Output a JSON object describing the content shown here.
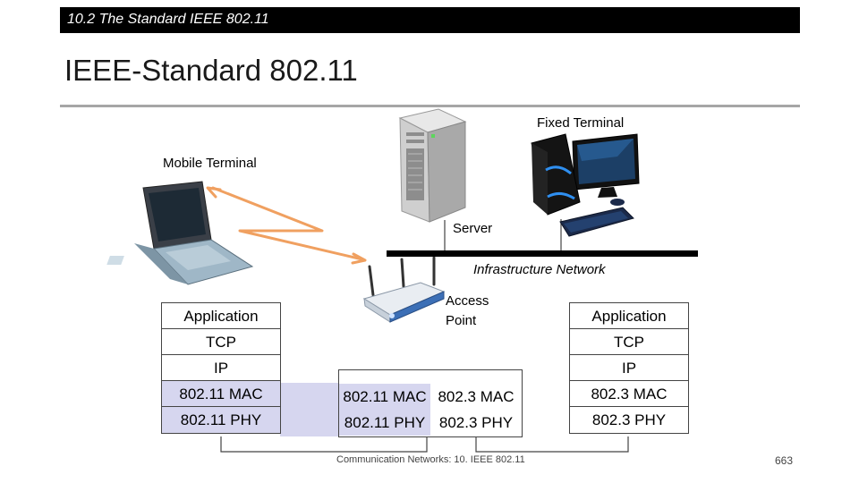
{
  "header": {
    "section_title": "10.2 The Standard IEEE 802.11"
  },
  "title": "IEEE-Standard 802.11",
  "labels": {
    "fixed_terminal": "Fixed Terminal",
    "mobile_terminal": "Mobile Terminal",
    "server": "Server",
    "infrastructure_network": "Infrastructure Network",
    "access_point": "Access Point"
  },
  "stacks": {
    "mobile": [
      "Application",
      "TCP",
      "IP",
      "802.11 MAC",
      "802.11 PHY"
    ],
    "access_point_wireless": [
      "802.11 MAC",
      "802.11 PHY"
    ],
    "access_point_wired": [
      "802.3 MAC",
      "802.3 PHY"
    ],
    "fixed": [
      "Application",
      "TCP",
      "IP",
      "802.3 MAC",
      "802.3 PHY"
    ]
  },
  "footer": {
    "text": "Communication Networks: 10. IEEE 802.11",
    "page": "663"
  },
  "colors": {
    "highlight": "#d6d6ef",
    "radio_link": "#f0a060"
  }
}
